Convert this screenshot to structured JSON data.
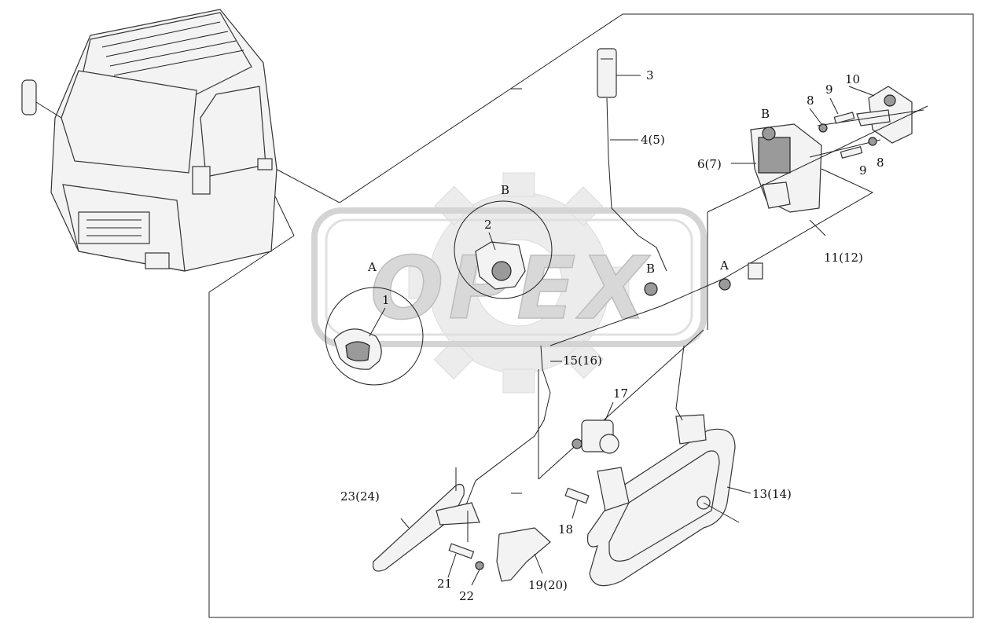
{
  "watermark": {
    "text": "OPEX",
    "color": "#c8c8c8"
  },
  "labels": {
    "l1": "1",
    "l2": "2",
    "l3": "3",
    "l4": "4(5)",
    "l6": "6(7)",
    "l8a": "8",
    "l8b": "8",
    "l9a": "9",
    "l9b": "9",
    "l10": "10",
    "l11": "11(12)",
    "l13": "13(14)",
    "l15": "15(16)",
    "l17": "17",
    "l18": "18",
    "l19": "19(20)",
    "l21": "21",
    "l22": "22",
    "l23": "23(24)",
    "viewA1": "A",
    "viewA2": "A",
    "viewB1": "B",
    "viewB2": "B",
    "viewB3": "B"
  },
  "icons": {
    "truck": "truck-cab-icon",
    "gear": "gear-watermark-icon"
  }
}
